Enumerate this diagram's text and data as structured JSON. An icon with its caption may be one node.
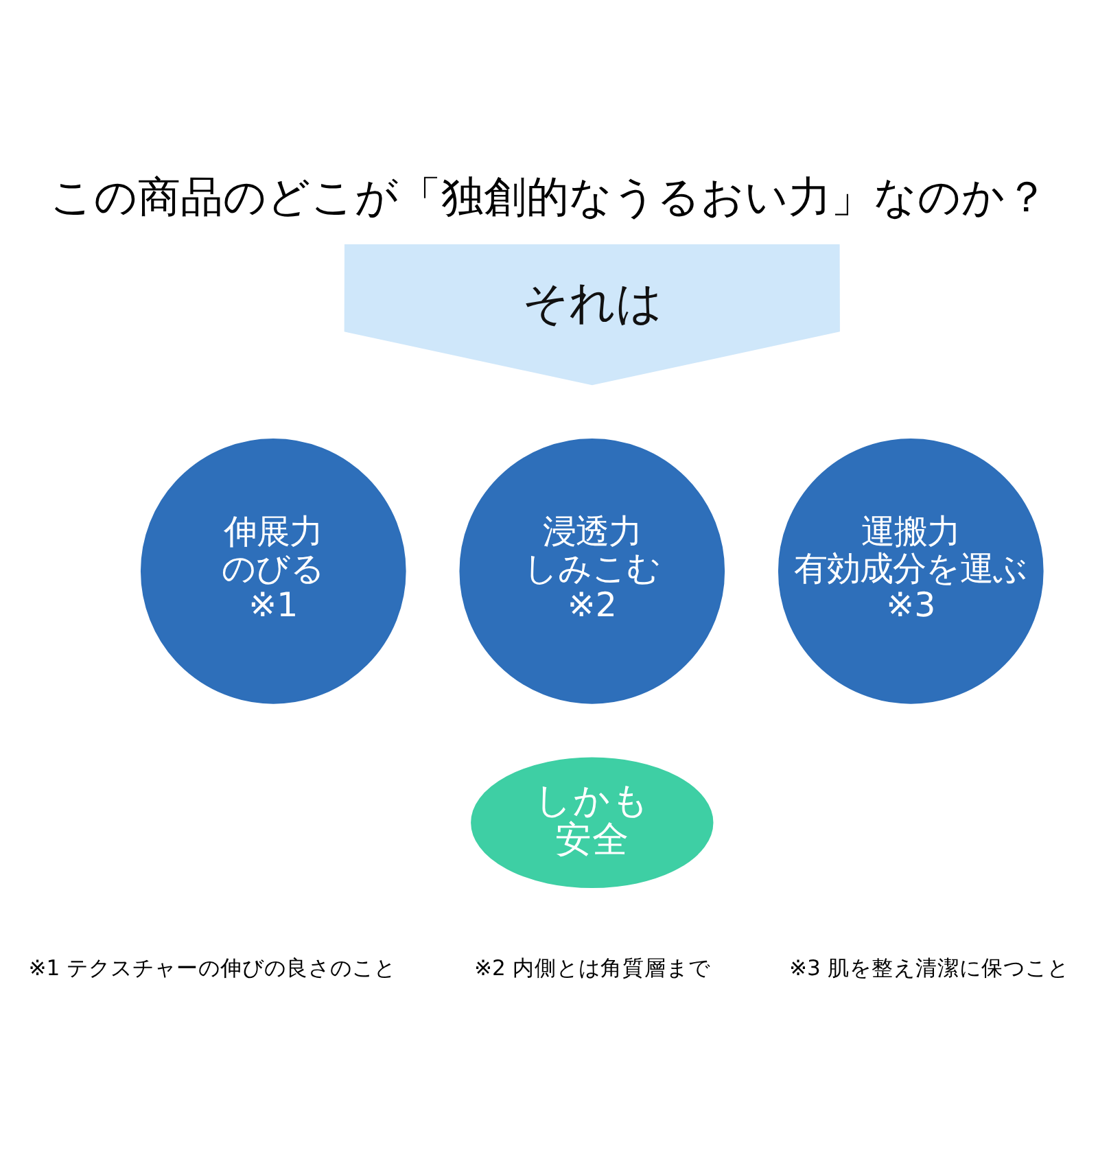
{
  "diagram": {
    "title": "この商品のどこが「独創的なうるおい力」なのか？",
    "nodes": [
      {
        "text": [
          "それは"
        ]
      },
      {
        "text": [
          "伸展力",
          "のびる",
          "※1"
        ]
      },
      {
        "text": [
          "浸透力",
          "しみこむ",
          "※2"
        ]
      },
      {
        "text": [
          "運搬力",
          "有効成分を運ぶ",
          "※3"
        ]
      },
      {
        "text": [
          "しかも",
          "安全"
        ]
      }
    ],
    "labels": [
      "※1 テクスチャーの伸びの良さのこと",
      "※2 内側とは角質層まで",
      "※3 肌を整え清潔に保つこと"
    ]
  }
}
